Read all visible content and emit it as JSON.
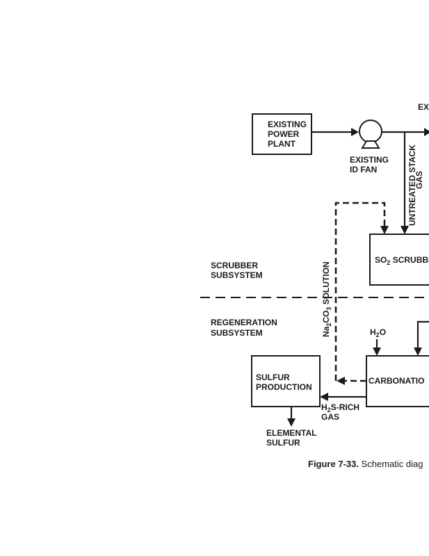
{
  "diagram": {
    "nodes": {
      "power_plant": [
        "EXISTING",
        "POWER",
        "PLANT"
      ],
      "id_fan": [
        "EXISTING",
        "ID FAN"
      ],
      "so2_scrubber": {
        "prefix": "SO",
        "sub": "2",
        "suffix": " SCRUBBE"
      },
      "carbonation": "CARBONATIO",
      "sulfur_production": [
        "SULFUR",
        "PRODUCTION"
      ]
    },
    "labels": {
      "top_right_cut": "EX",
      "untreated_stack_gas": [
        "UNTREATED STACK",
        "GAS"
      ],
      "scrubber_subsystem": [
        "SCRUBBER",
        "SUBSYSTEM"
      ],
      "regeneration_subsystem": [
        "REGENERATION",
        "SUBSYSTEM"
      ],
      "na2co3_solution": {
        "a": "Na",
        "a_sub": "2",
        "b": "CO",
        "b_sub": "3",
        "c": " SOLUTION"
      },
      "h2o": {
        "a": "H",
        "sub": "2",
        "b": "O"
      },
      "h2s_rich_gas": {
        "a": "H",
        "sub": "2",
        "b": "S-RICH",
        "line2": "GAS"
      },
      "elemental_sulfur": [
        "ELEMENTAL",
        "SULFUR"
      ]
    },
    "caption": {
      "figure_number": "Figure 7-33.",
      "text": " Schematic diag"
    }
  }
}
